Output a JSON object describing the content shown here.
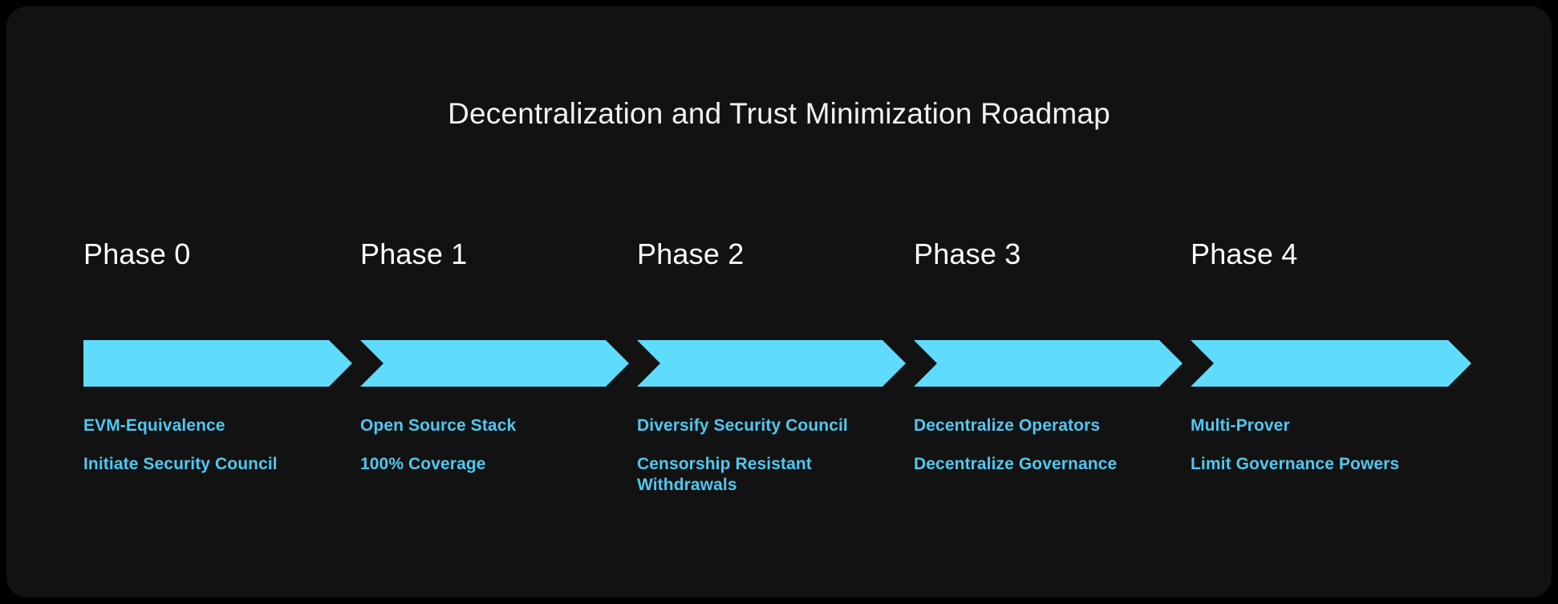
{
  "card": {
    "background_color": "#121212",
    "page_background_color": "#000000"
  },
  "title": "Decentralization and Trust Minimization Roadmap",
  "colors": {
    "chevron": "#5FDBFB",
    "item_text": "#4FC8F0",
    "title_text": "#F2F2F2",
    "phase_label_text": "#FFFFFF"
  },
  "phases": [
    {
      "label": "Phase 0",
      "items": [
        "EVM-Equivalence",
        "Initiate Security Council"
      ]
    },
    {
      "label": "Phase 1",
      "items": [
        "Open Source Stack",
        "100% Coverage"
      ]
    },
    {
      "label": "Phase 2",
      "items": [
        "Diversify Security Council",
        "Censorship Resistant Withdrawals"
      ]
    },
    {
      "label": "Phase 3",
      "items": [
        "Decentralize Operators",
        "Decentralize Governance"
      ]
    },
    {
      "label": "Phase 4",
      "items": [
        "Multi-Prover",
        "Limit Governance Powers"
      ]
    }
  ]
}
